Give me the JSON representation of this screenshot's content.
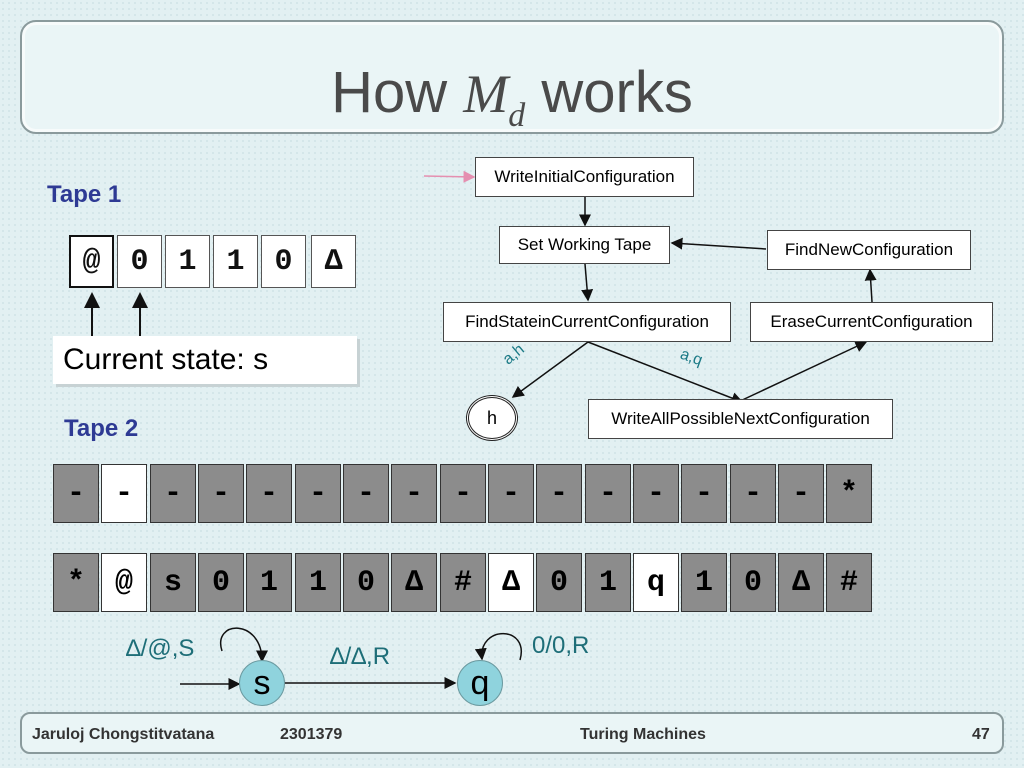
{
  "title": {
    "prefix": "How",
    "var": "M",
    "sub": "d",
    "suffix": "works"
  },
  "tape1": {
    "label": "Tape 1",
    "cells": [
      "@",
      "0",
      "1",
      "1",
      "0",
      "∆"
    ]
  },
  "current_state": "Current state: s",
  "tape2": {
    "label": "Tape 2",
    "row1": [
      "-",
      "-",
      "-",
      "-",
      "-",
      "-",
      "-",
      "-",
      "-",
      "-",
      "-",
      "-",
      "-",
      "-",
      "-",
      "-",
      "*"
    ],
    "row2": [
      "*",
      "@",
      "s",
      "0",
      "1",
      "1",
      "0",
      "∆",
      "#",
      "∆",
      "0",
      "1",
      "q",
      "1",
      "0",
      "∆",
      "#"
    ]
  },
  "flowchart": {
    "write_initial": "WriteInitialConfiguration",
    "set_working": "Set Working Tape",
    "find_new": "FindNewConfiguration",
    "find_state": "FindStateinCurrentConfiguration",
    "erase_current": "EraseCurrentConfiguration",
    "write_all": "WriteAllPossibleNextConfiguration",
    "halt": "h",
    "label_ah": "a,h",
    "label_aq": "a,q"
  },
  "machine": {
    "state_s": "s",
    "state_q": "q",
    "loop_s": "∆/@,S",
    "s_to_q": "∆/∆,R",
    "loop_q": "0/0,R"
  },
  "footer": {
    "author": "Jaruloj Chongstitvatana",
    "course": "2301379",
    "topic": "Turing Machines",
    "page": "47"
  },
  "colors": {
    "tape2_cell": "#8c8c8c",
    "state_fill": "#8fd3dd",
    "label_teal": "#1b7a86",
    "tape_label": "#2e3a94"
  }
}
